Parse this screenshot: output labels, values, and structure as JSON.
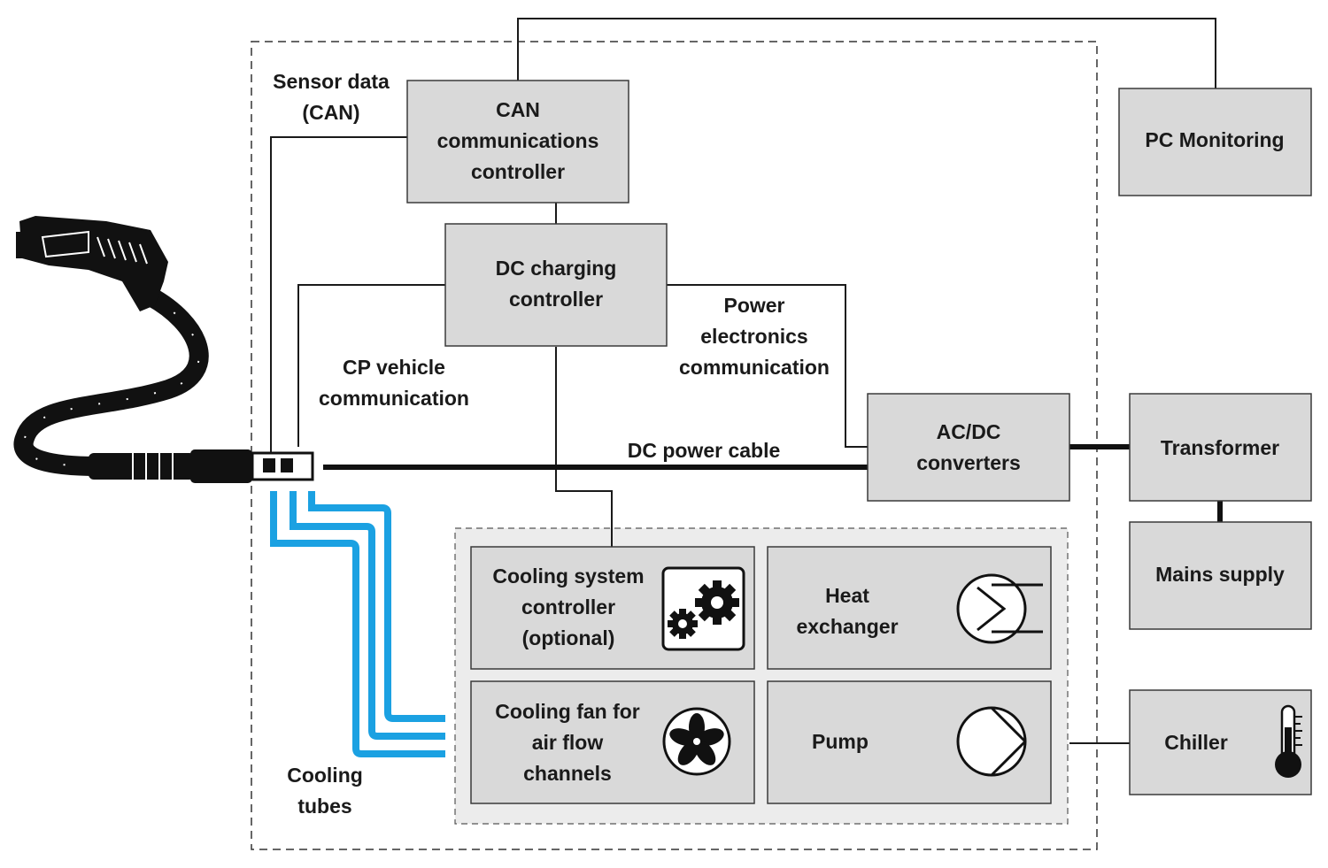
{
  "blocks": {
    "can_controller": [
      "CAN",
      "communications",
      "controller"
    ],
    "pc_monitoring": "PC Monitoring",
    "dc_controller": [
      "DC charging",
      "controller"
    ],
    "acdc": [
      "AC/DC",
      "converters"
    ],
    "transformer": "Transformer",
    "mains": "Mains supply",
    "cooling_controller": [
      "Cooling system",
      "controller",
      "(optional)"
    ],
    "heat_exchanger": [
      "Heat",
      "exchanger"
    ],
    "cooling_fan": [
      "Cooling fan for",
      "air flow",
      "channels"
    ],
    "pump": "Pump",
    "chiller": "Chiller"
  },
  "labels": {
    "sensor_data": [
      "Sensor data",
      "(CAN)"
    ],
    "cp_vehicle": [
      "CP vehicle",
      "communication"
    ],
    "power_electronics": [
      "Power",
      "electronics",
      "communication"
    ],
    "dc_power_cable": "DC power cable",
    "cooling_tubes": [
      "Cooling",
      "tubes"
    ]
  },
  "colors": {
    "block_fill": "#d9d9d9",
    "cooling_tube": "#1ba1e2",
    "cooling_group_fill": "#ececec"
  },
  "icons": [
    "gears-icon",
    "heat-exchanger-icon",
    "fan-icon",
    "pump-icon",
    "thermometer-icon",
    "charging-plug-icon"
  ]
}
